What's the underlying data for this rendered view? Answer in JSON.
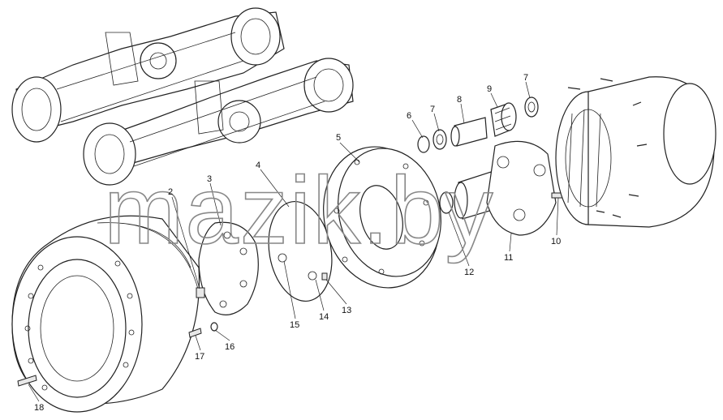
{
  "watermark": "mazik.by",
  "callouts": [
    {
      "id": "2",
      "label": "2"
    },
    {
      "id": "3",
      "label": "3"
    },
    {
      "id": "4",
      "label": "4"
    },
    {
      "id": "5",
      "label": "5"
    },
    {
      "id": "6",
      "label": "6"
    },
    {
      "id": "7a",
      "label": "7"
    },
    {
      "id": "7b",
      "label": "7"
    },
    {
      "id": "8",
      "label": "8"
    },
    {
      "id": "9",
      "label": "9"
    },
    {
      "id": "10",
      "label": "10"
    },
    {
      "id": "11",
      "label": "11"
    },
    {
      "id": "12",
      "label": "12"
    },
    {
      "id": "13",
      "label": "13"
    },
    {
      "id": "14",
      "label": "14"
    },
    {
      "id": "15",
      "label": "15"
    },
    {
      "id": "16",
      "label": "16"
    },
    {
      "id": "17",
      "label": "17"
    },
    {
      "id": "18",
      "label": "18"
    }
  ]
}
